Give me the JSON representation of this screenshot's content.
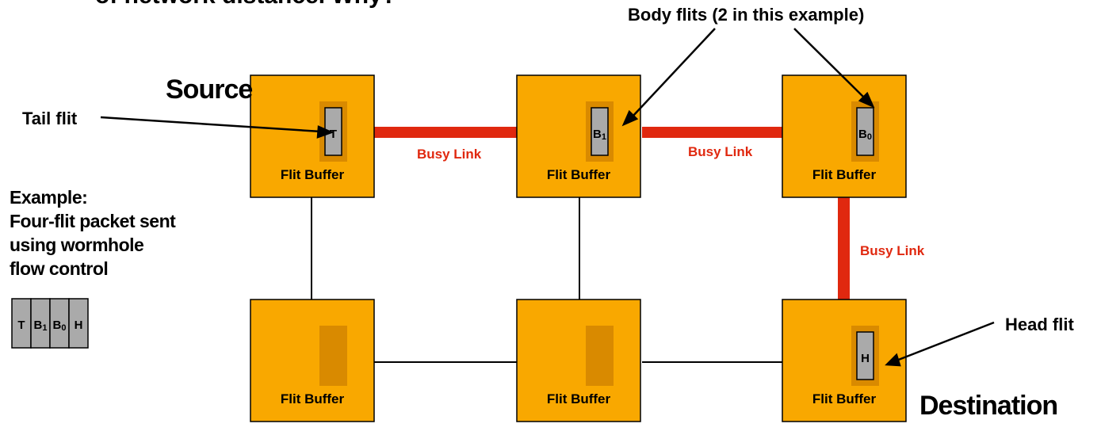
{
  "header_fragment": "of network distance. Why?",
  "labels": {
    "source": "Source",
    "destination": "Destination",
    "tail_flit": "Tail flit",
    "head_flit": "Head flit",
    "body_flits": "Body flits (2 in this example)"
  },
  "example": {
    "lines": [
      "Example:",
      "Four-flit packet sent",
      "using wormhole",
      "flow control"
    ]
  },
  "packet": [
    {
      "main": "T",
      "sub": ""
    },
    {
      "main": "B",
      "sub": "1"
    },
    {
      "main": "B",
      "sub": "0"
    },
    {
      "main": "H",
      "sub": ""
    }
  ],
  "router_label": "Flit Buffer",
  "routers": [
    {
      "id": "top-left",
      "flit": {
        "main": "T",
        "sub": ""
      }
    },
    {
      "id": "top-middle",
      "flit": {
        "main": "B",
        "sub": "1"
      }
    },
    {
      "id": "top-right",
      "flit": {
        "main": "B",
        "sub": "0"
      }
    },
    {
      "id": "bottom-left",
      "flit": null
    },
    {
      "id": "bottom-middle",
      "flit": null
    },
    {
      "id": "bottom-right",
      "flit": {
        "main": "H",
        "sub": ""
      }
    }
  ],
  "links": [
    {
      "from": "top-left",
      "to": "top-middle",
      "busy": true,
      "label": "Busy Link"
    },
    {
      "from": "top-middle",
      "to": "top-right",
      "busy": true,
      "label": "Busy Link"
    },
    {
      "from": "top-right",
      "to": "bottom-right",
      "busy": true,
      "label": "Busy Link"
    },
    {
      "from": "top-left",
      "to": "bottom-left",
      "busy": false,
      "label": ""
    },
    {
      "from": "top-middle",
      "to": "bottom-middle",
      "busy": false,
      "label": ""
    },
    {
      "from": "bottom-left",
      "to": "bottom-middle",
      "busy": false,
      "label": ""
    },
    {
      "from": "bottom-middle",
      "to": "bottom-right",
      "busy": false,
      "label": ""
    }
  ],
  "colors": {
    "router_fill": "#F9A800",
    "buffer_fill": "#D98A00",
    "flit_fill": "#AAAAAA",
    "busy_link": "#E0280F",
    "busy_label": "#E0280F",
    "idle_link": "#000000"
  }
}
